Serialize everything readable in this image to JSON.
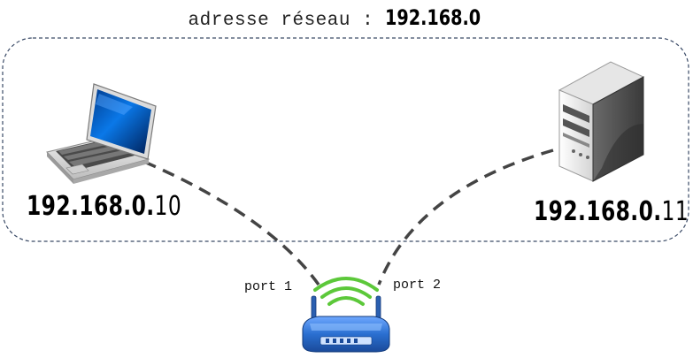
{
  "network": {
    "prefix": "adresse réseau : ",
    "address": "192.168.0"
  },
  "laptop": {
    "icon": "laptop-icon",
    "ip_net": "192.168.0.",
    "ip_host": "10"
  },
  "server": {
    "icon": "server-icon",
    "ip_net": "192.168.0.",
    "ip_host": "11"
  },
  "router": {
    "icon": "wifi-router-icon",
    "port1": "port 1",
    "port2": "port 2"
  },
  "colors": {
    "zone_border": "#3a4a66",
    "cable": "#444444",
    "laptop_screen": "#0a64c8",
    "router_body": "#2a6fd0",
    "wifi_waves": "#5cc83a"
  }
}
